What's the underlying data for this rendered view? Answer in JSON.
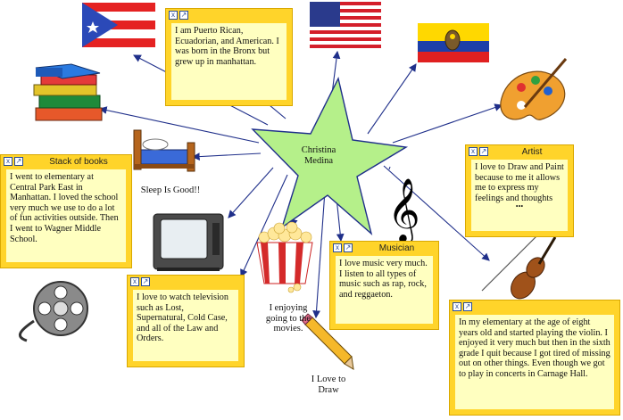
{
  "center": {
    "name": "Christina\nMedina"
  },
  "notes": {
    "identity": {
      "title": "",
      "text": "I am Puerto Rican, Ecuadorian, and American. I was born in the Bronx but grew up in manhattan."
    },
    "books": {
      "title": "Stack of books",
      "text": "I went to elementary at Central Park East in Manhattan. I loved the school very much we use to do a lot of fun activities outside. Then I went to Wagner Middle School."
    },
    "tv": {
      "title": "",
      "text": "I love to watch television such as Lost, Supernatural, Cold Case, and all of the Law and Orders."
    },
    "musician": {
      "title": "Musician",
      "text": "I love music very much. I listen to all types of music such as rap, rock, and reggaeton."
    },
    "artist": {
      "title": "Artist",
      "text": "I love to Draw and Paint because to me it allows me to express my feelings and thoughts",
      "more": "•••"
    },
    "violin": {
      "title": "",
      "text": "In my elementary at the age of eight years old and started playing the violin. I enjoyed it very much but then in the sixth grade I quit because I got tired of missing out on other things. Even though we got to play in concerts in Carnage Hall."
    }
  },
  "labels": {
    "sleep": "Sleep Is Good!!",
    "movies": "I enjoying going to the movies.",
    "draw": "I Love to Draw"
  },
  "icons": [
    "puerto-rico-flag-icon",
    "usa-flag-icon",
    "ecuador-flag-icon",
    "books-icon",
    "bed-icon",
    "paint-palette-icon",
    "television-icon",
    "popcorn-icon",
    "treble-clef-icon",
    "violin-icon",
    "film-reel-icon",
    "pencil-icon"
  ],
  "colors": {
    "star_fill": "#b5f08a",
    "note_frame": "#ffd42a",
    "note_body": "#ffffc0",
    "link": "#1f2f8a"
  }
}
